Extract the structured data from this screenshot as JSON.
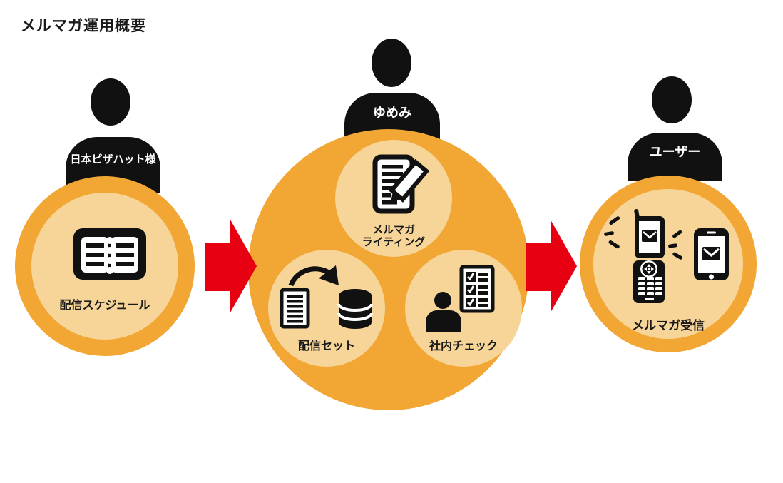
{
  "title": "メルマガ運用概要",
  "colors": {
    "orange": "#F2A633",
    "inner_circle": "#F7D599",
    "arrow_red": "#E60012",
    "icon_black": "#111111",
    "name_text": "#FFFFFF"
  },
  "icons": {
    "client": "person-icon",
    "client_task": "schedule-book-icon",
    "yumemi": "person-icon",
    "writing": "document-pencil-icon",
    "delivery_set": "document-to-database-icon",
    "check": "person-checklist-icon",
    "user": "person-icon",
    "receive": "phones-mail-icon",
    "flow": "red-right-arrow"
  },
  "nodes": {
    "client": {
      "name": "日本ピザハット様",
      "task": "配信スケジュール"
    },
    "yumemi": {
      "name": "ゆめみ",
      "writing_line1": "メルマガ",
      "writing_line2": "ライティング",
      "task_set": "配信セット",
      "task_check": "社内チェック"
    },
    "user": {
      "name": "ユーザー",
      "task": "メルマガ受信"
    }
  }
}
